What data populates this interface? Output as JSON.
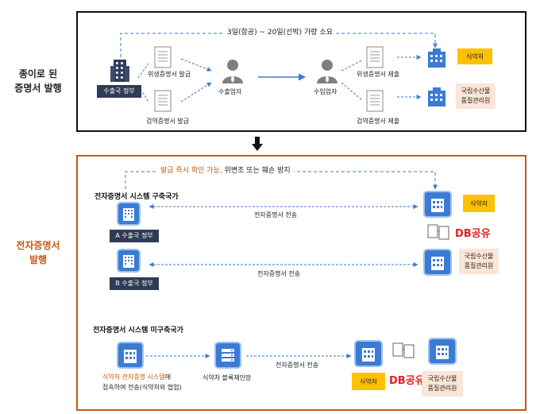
{
  "paper": {
    "label": "종이로 된\n증명서 발행",
    "duration_note": "3일(항공) ~ 20일(선박) 가량 소요",
    "exporter_gov": "수출국 정부",
    "doc_hygiene_issue": "위생증명서 발급",
    "doc_quarantine_issue": "검역증명서 발급",
    "exporter": "수출업자",
    "importer": "수입업자",
    "doc_hygiene_submit": "위생증명서 제출",
    "doc_quarantine_submit": "검역증명서 제출",
    "mfds": "식약처",
    "nfqs": "국립수산물\n품질관리원"
  },
  "electronic": {
    "label": "전자증명서\n발행",
    "benefit_orange": "발급 즉시 확인 가능,",
    "benefit_black": "위변조 또는 훼손 방지",
    "built_heading": "전자증명서 시스템 구축국가",
    "gov_a": "A 수출국 정부",
    "gov_b": "B 수출국 정부",
    "transfer_1": "전자증명서 전송",
    "transfer_2": "전자증명서 전송",
    "mfds_1": "식약처",
    "db_share_1": "DB공유",
    "nfqs_1": "국립수산물\n품질관리원",
    "unbuilt_heading": "전자증명서 시스템 미구축국가",
    "access_orange": "식약처 전자증명 시스템",
    "access_suffix": "에",
    "access_line2": "접속하여 전송(식약처와 협업)",
    "blockchain": "식약처 블록체인망",
    "transfer_3": "전자증명서 전송",
    "mfds_2": "식약처",
    "db_share_2": "DB공유",
    "nfqs_2": "국립수산물\n품질관리원"
  },
  "colors": {
    "navy": "#2f3b57",
    "blue": "#3b7bd4",
    "orange": "#c55a11",
    "yellow": "#ffc000",
    "peach": "#fbe5d6",
    "red": "#e02020"
  }
}
